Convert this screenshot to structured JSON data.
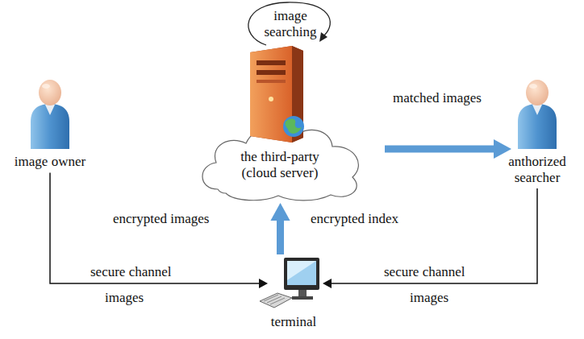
{
  "diagram": {
    "nodes": [
      {
        "text": [
          "image owner"
        ]
      },
      {
        "text": [
          "the third-party (cloud server)"
        ]
      },
      {
        "text": [
          "anthorized searcher"
        ]
      },
      {
        "text": [
          "terminal"
        ]
      }
    ],
    "edges": [
      {
        "from": 0,
        "to": 3,
        "arrow": "to",
        "label": "secure channel"
      },
      {
        "from": 2,
        "to": 3,
        "arrow": "to",
        "label": "secure channel"
      },
      {
        "from": 3,
        "to": 1,
        "arrow": "to",
        "label": "encrypted index"
      },
      {
        "from": 1,
        "to": 2,
        "arrow": "to",
        "label": "matched images"
      }
    ],
    "labels": [
      "image searching",
      "encrypted images",
      "images",
      "images"
    ]
  }
}
